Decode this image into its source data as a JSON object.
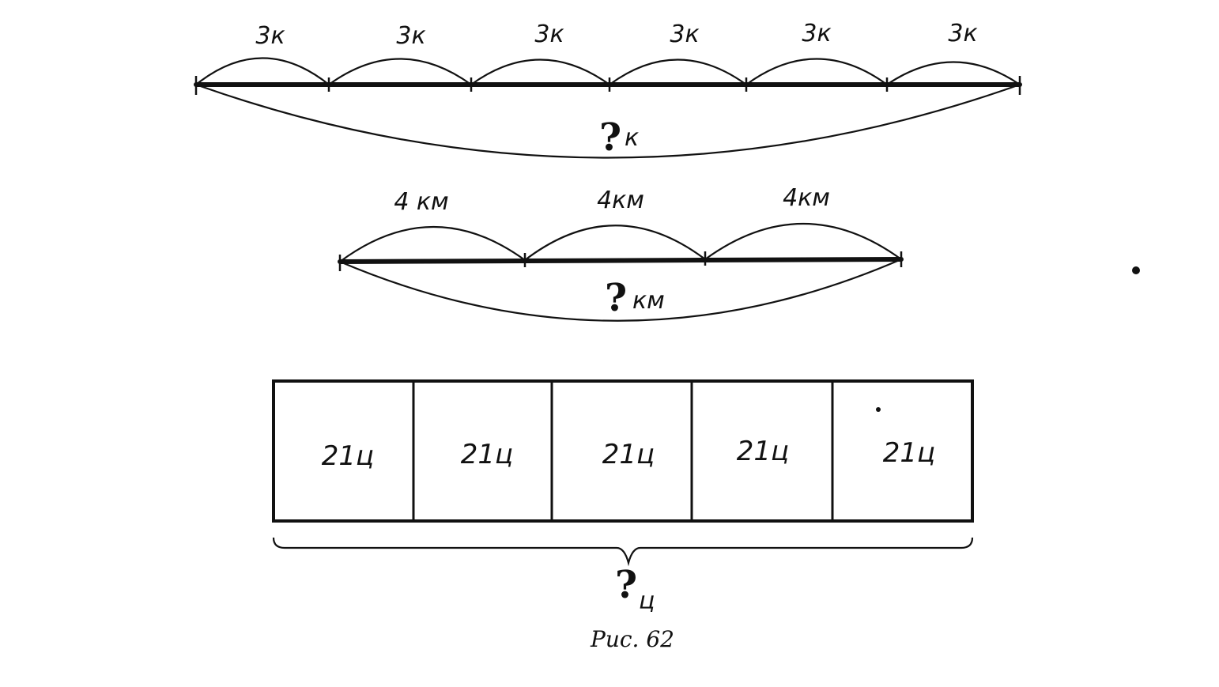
{
  "diagram1": {
    "segments": [
      "3к",
      "3к",
      "3к",
      "3к",
      "3к",
      "3к"
    ],
    "total_mark": "?",
    "total_unit": "к"
  },
  "diagram2": {
    "segments": [
      "4 км",
      "4км",
      "4км"
    ],
    "total_mark": "?",
    "total_unit": "км"
  },
  "diagram3": {
    "boxes": [
      "21ц",
      "21ц",
      "21ц",
      "21ц",
      "21ц"
    ],
    "total_mark": "?",
    "total_unit": "ц"
  },
  "caption": "Рис. 62"
}
